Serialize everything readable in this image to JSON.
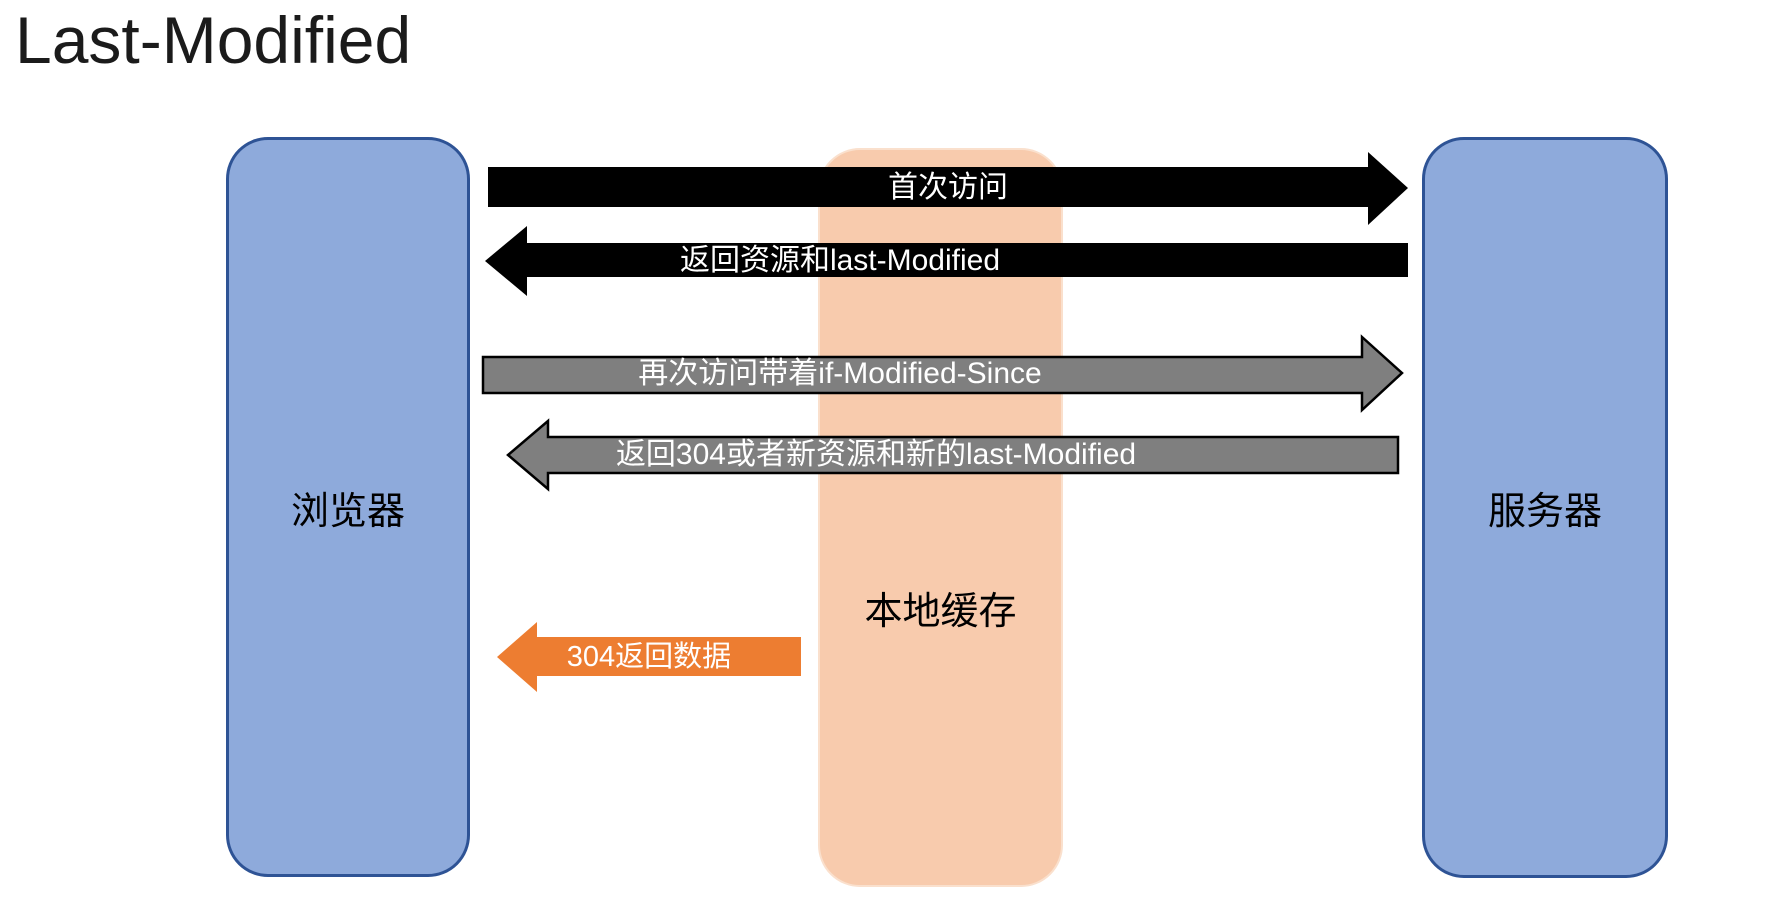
{
  "title": "Last-Modified",
  "nodes": {
    "browser": {
      "label": "浏览器",
      "fill": "#8EAADB",
      "border": "#2E5395"
    },
    "cache": {
      "label": "本地缓存",
      "fill": "#F8CBAD"
    },
    "server": {
      "label": "服务器",
      "fill": "#8EAADB",
      "border": "#2E5395"
    }
  },
  "arrows": [
    {
      "id": "first-visit",
      "label": "首次访问",
      "from": "browser",
      "to": "server",
      "direction": "right",
      "color": "#000000",
      "outline": "none",
      "text_color": "#FFFFFF"
    },
    {
      "id": "return-resource",
      "label": "返回资源和last-Modified",
      "from": "server",
      "to": "browser",
      "direction": "left",
      "color": "#000000",
      "outline": "none",
      "text_color": "#FFFFFF"
    },
    {
      "id": "revisit",
      "label": "再次访问带着if-Modified-Since",
      "from": "browser",
      "to": "server",
      "direction": "right",
      "color": "#7F7F7F",
      "outline": "#000000",
      "text_color": "#FFFFFF"
    },
    {
      "id": "return-304-or-new",
      "label": "返回304或者新资源和新的last-Modified",
      "from": "server",
      "to": "browser",
      "direction": "left",
      "color": "#7F7F7F",
      "outline": "#000000",
      "text_color": "#FFFFFF"
    },
    {
      "id": "local-304-data",
      "label": "304返回数据",
      "from": "cache",
      "to": "browser",
      "direction": "left",
      "color": "#ED7D31",
      "outline": "none",
      "text_color": "#FFFFFF"
    }
  ]
}
